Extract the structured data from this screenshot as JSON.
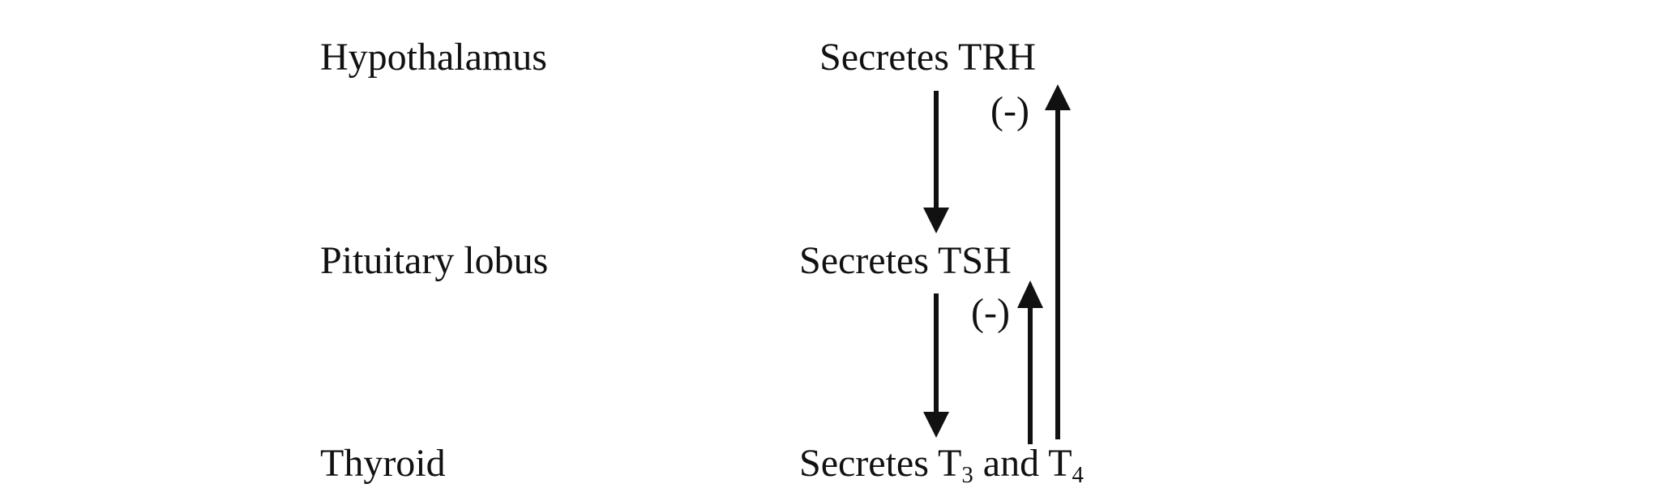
{
  "organs": {
    "hypothalamus": "Hypothalamus",
    "pituitary": "Pituitary lobus",
    "thyroid": "Thyroid"
  },
  "secretions": {
    "hypothalamus": "Secretes TRH",
    "pituitary": "Secretes TSH",
    "thyroid": {
      "prefix": "Secretes T",
      "sub1": "3",
      "middle": " and T",
      "sub2": "4"
    }
  },
  "feedback": {
    "to_hypothalamus": "(-)",
    "to_pituitary": "(-)"
  }
}
